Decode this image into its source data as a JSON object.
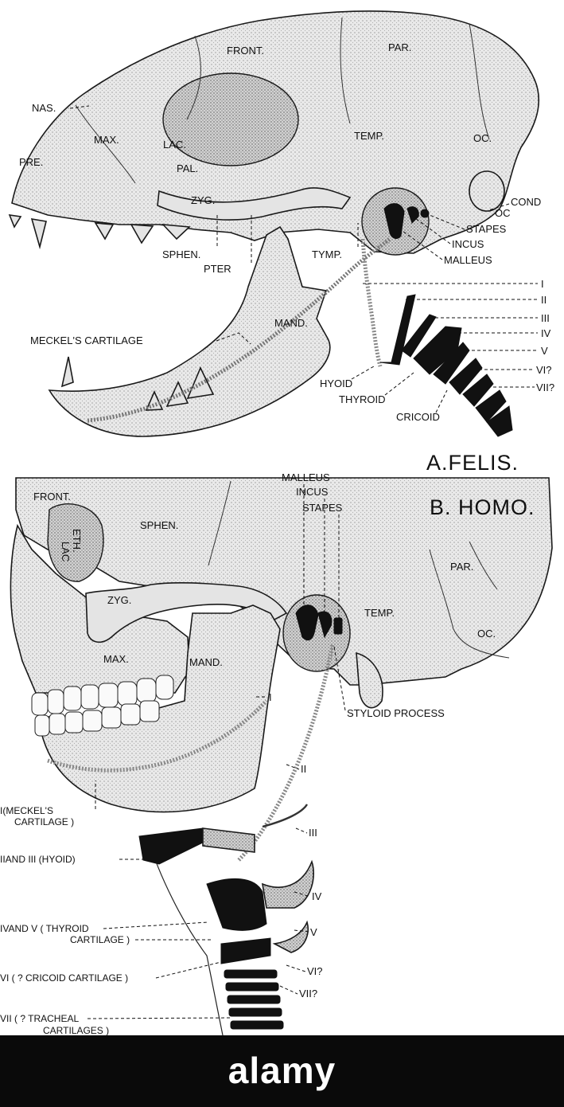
{
  "felis": {
    "caption": "A.FELIS.",
    "labels": {
      "front": "FRONT.",
      "par": "PAR.",
      "nas": "NAS.",
      "max": "MAX.",
      "lac": "LAC.",
      "pre": "PRE.",
      "pal": "PAL.",
      "temp": "TEMP.",
      "oc": "OC.",
      "zyg": "ZYG.",
      "cond": "COND",
      "cond_oc": "OC",
      "stapes": "STAPES",
      "incus": "INCUS",
      "malleus": "MALLEUS",
      "sphen": "SPHEN.",
      "pter": "PTER",
      "tymp": "TYMP.",
      "mand": "MAND.",
      "meckel": "MECKEL'S CARTILAGE",
      "hyoid": "HYOID",
      "thyroid": "THYROID",
      "cricoid": "CRICOID",
      "arch_i": "I",
      "arch_ii": "II",
      "arch_iii": "III",
      "arch_iv": "IV",
      "arch_v": "V",
      "arch_vi": "VI?",
      "arch_vii": "VII?"
    }
  },
  "homo": {
    "caption": "B. HOMO.",
    "labels": {
      "malleus": "MALLEUS",
      "incus": "INCUS",
      "stapes": "STAPES",
      "front": "FRONT.",
      "eth": "ETH.",
      "lac": "LAC",
      "sphen": "SPHEN.",
      "par": "PAR.",
      "zyg": "ZYG.",
      "temp": "TEMP.",
      "oc": "OC.",
      "max": "MAX.",
      "mand": "MAND.",
      "styloid": "STYLOID PROCESS",
      "arch_i": "I",
      "arch_ii": "II",
      "arch_iii": "III",
      "arch_iv": "IV",
      "arch_v": "V",
      "arch_vi": "VI?",
      "arch_vii": "VII?",
      "meckel_1": "I(MECKEL'S",
      "meckel_2": "CARTILAGE )",
      "hyoid": "IIAND III (HYOID)",
      "thyroid_1": "IVAND V ( THYROID",
      "thyroid_2": "CARTILAGE )",
      "cricoid": "VI ( ? CRICOID CARTILAGE )",
      "tracheal_1": "VII ( ? TRACHEAL",
      "tracheal_2": "CARTILAGES )"
    }
  },
  "footer": {
    "brand": "alamy"
  }
}
